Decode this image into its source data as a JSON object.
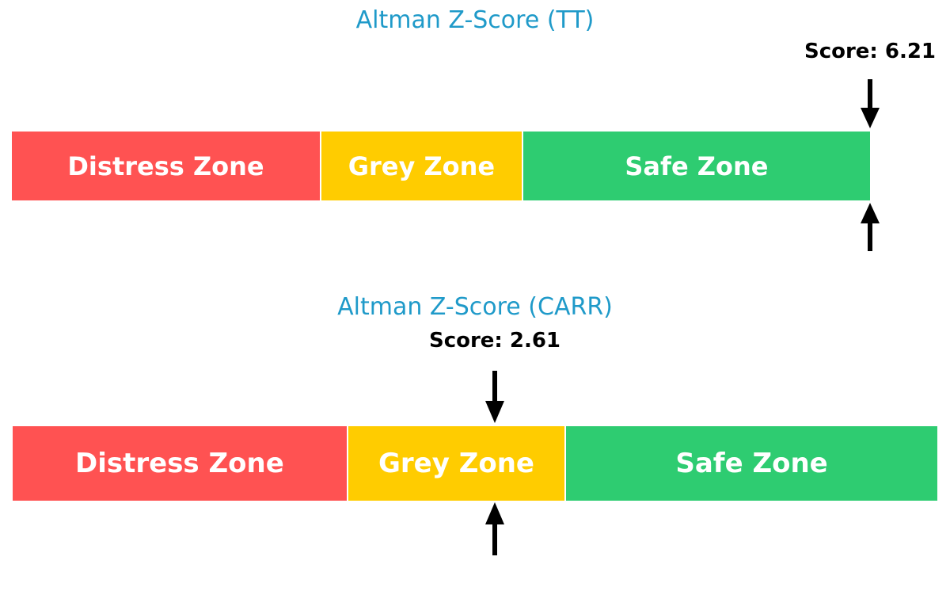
{
  "chart_data": [
    {
      "type": "gauge",
      "title": "Altman Z-Score (TT)",
      "score_label": "Score: 6.21",
      "score": 6.21,
      "xlim": [
        0,
        6.21
      ],
      "zones": [
        {
          "label": "Distress Zone",
          "from": 0,
          "to": 2.24,
          "color": "#ff5252"
        },
        {
          "label": "Grey Zone",
          "from": 2.24,
          "to": 3.7,
          "color": "#ffcc00"
        },
        {
          "label": "Safe Zone",
          "from": 3.7,
          "to": 6.21,
          "color": "#2ecc71"
        }
      ]
    },
    {
      "type": "gauge",
      "title": "Altman Z-Score (CARR)",
      "score_label": "Score: 2.61",
      "score": 2.61,
      "xlim": [
        0,
        7.0
      ],
      "zones": [
        {
          "label": "Distress Zone",
          "from": 0,
          "to": 2.54,
          "color": "#ff5252"
        },
        {
          "label": "Grey Zone",
          "from": 2.54,
          "to": 4.19,
          "color": "#ffcc00"
        },
        {
          "label": "Safe Zone",
          "from": 4.19,
          "to": 7.0,
          "color": "#2ecc71"
        }
      ]
    }
  ]
}
